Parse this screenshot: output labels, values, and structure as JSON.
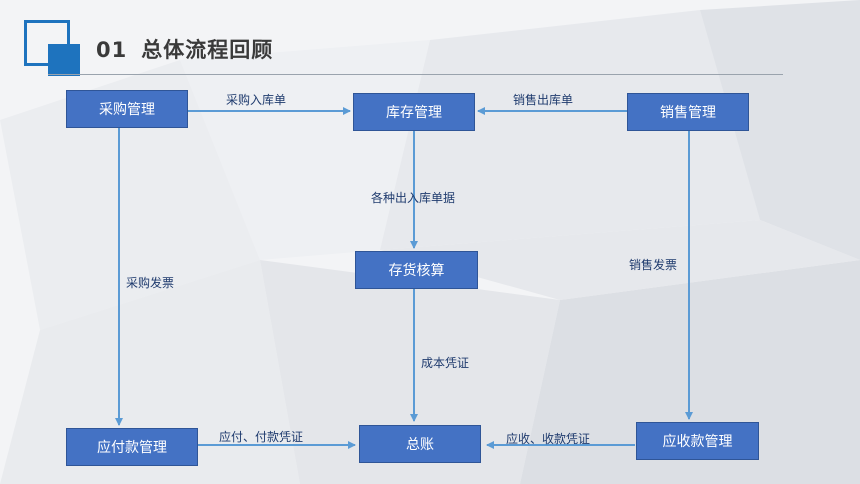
{
  "header": {
    "number": "01",
    "title": "总体流程回顾"
  },
  "nodes": {
    "purchase": "采购管理",
    "inventory": "库存管理",
    "sales": "销售管理",
    "cost_accounting": "存货核算",
    "payable": "应付款管理",
    "ledger": "总账",
    "receivable": "应收款管理"
  },
  "edges": {
    "purchase_to_inventory": "采购入库单",
    "sales_to_inventory": "销售出库单",
    "inventory_to_cost": "各种出入库单据",
    "purchase_to_payable": "采购发票",
    "sales_to_receivable": "销售发票",
    "cost_to_ledger": "成本凭证",
    "payable_to_ledger": "应付、付款凭证",
    "receivable_to_ledger": "应收、收款凭证"
  },
  "colors": {
    "node_fill": "#4472c4",
    "edge": "#5b9bd5",
    "accent": "#1e73be"
  }
}
